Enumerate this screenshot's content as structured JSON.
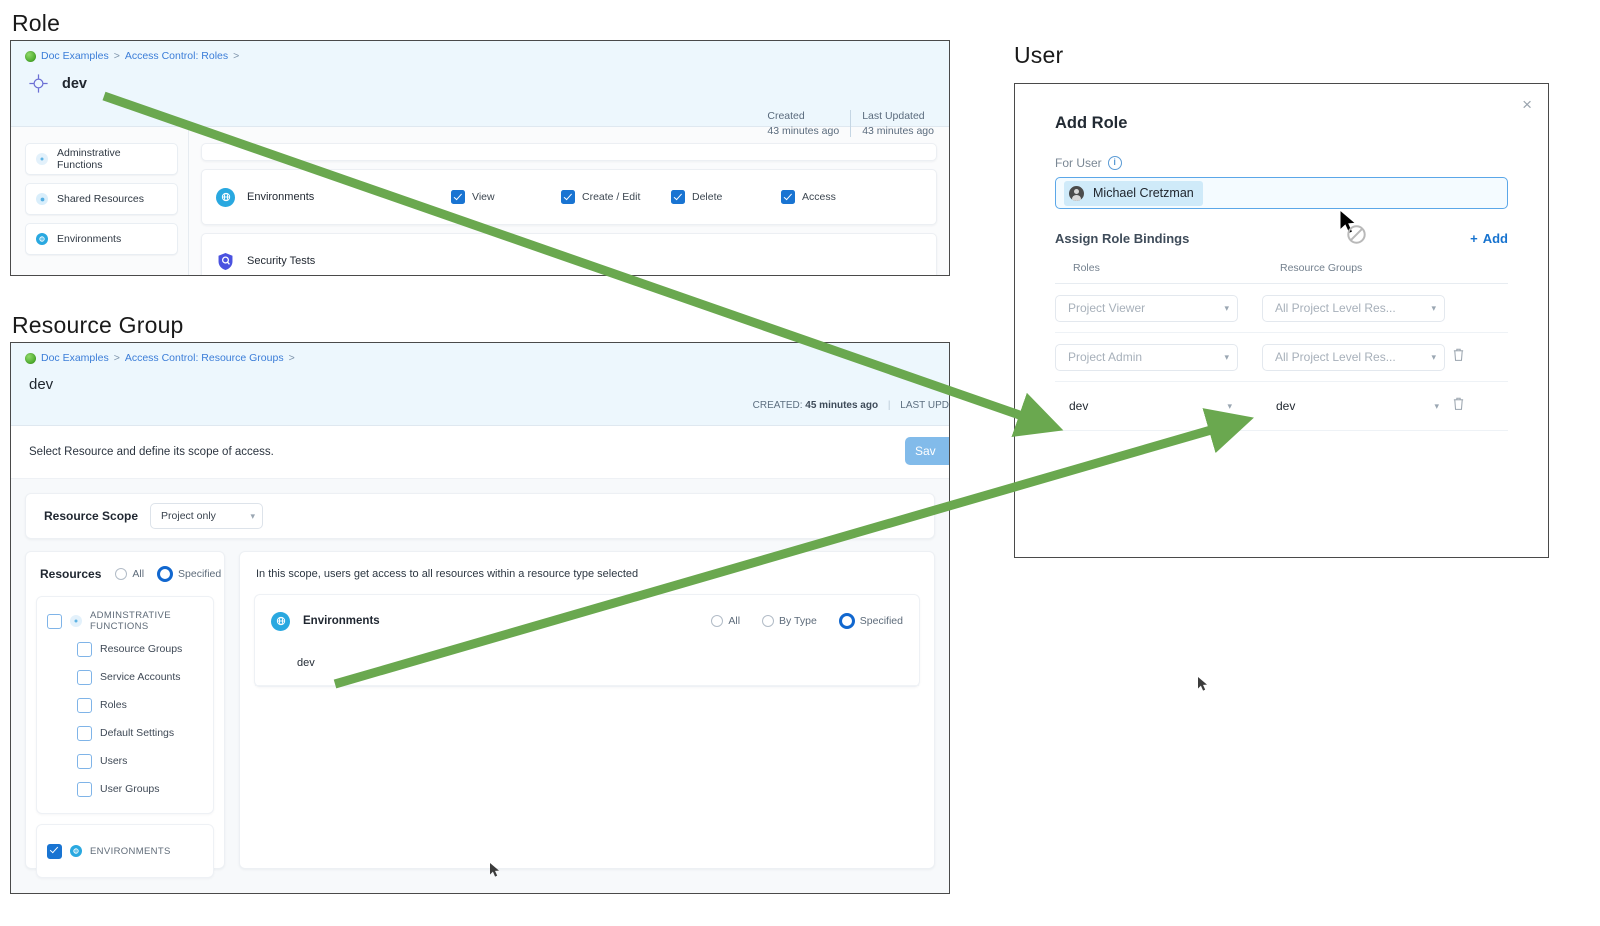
{
  "labels": {
    "role": "Role",
    "resource_group": "Resource Group",
    "user": "User"
  },
  "role_panel": {
    "breadcrumb": {
      "items": [
        "Doc Examples",
        "Access Control: Roles"
      ],
      "separator": ">",
      "trailing": ">"
    },
    "title": "dev",
    "meta": {
      "created_label": "Created",
      "created_value": "43 minutes ago",
      "updated_label": "Last Updated",
      "updated_value": "43 minutes ago"
    },
    "sidebar": [
      {
        "label": "Adminstrative Functions",
        "icon": "resource-circle-icon",
        "tone": "palest"
      },
      {
        "label": "Shared Resources",
        "icon": "resource-circle-icon",
        "tone": "pale"
      },
      {
        "label": "Environments",
        "icon": "environments-icon",
        "tone": "blue"
      }
    ],
    "permissions": [
      {
        "name": "Environments",
        "icon": "environments-icon",
        "options": [
          {
            "label": "View",
            "checked": true
          },
          {
            "label": "Create / Edit",
            "checked": true
          },
          {
            "label": "Delete",
            "checked": true
          },
          {
            "label": "Access",
            "checked": true
          }
        ]
      },
      {
        "name": "Security Tests",
        "icon": "security-shield-icon",
        "options": []
      }
    ]
  },
  "resource_group_panel": {
    "breadcrumb": {
      "items": [
        "Doc Examples",
        "Access Control: Resource Groups"
      ],
      "separator": ">",
      "trailing": ">"
    },
    "title": "dev",
    "meta": {
      "created_label": "CREATED:",
      "created_value": "45 minutes ago",
      "updated_label": "LAST UPD"
    },
    "subbar_text": "Select Resource and define its scope of access.",
    "save_label": "Sav",
    "scope": {
      "label": "Resource Scope",
      "value": "Project only"
    },
    "resources": {
      "title": "Resources",
      "options": [
        {
          "label": "All",
          "selected": false
        },
        {
          "label": "Specified",
          "selected": true
        }
      ],
      "tree": [
        {
          "label": "ADMINSTRATIVE FUNCTIONS",
          "checked": false,
          "children": [
            {
              "label": "Resource Groups",
              "checked": false
            },
            {
              "label": "Service Accounts",
              "checked": false
            },
            {
              "label": "Roles",
              "checked": false
            },
            {
              "label": "Default Settings",
              "checked": false
            },
            {
              "label": "Users",
              "checked": false
            },
            {
              "label": "User Groups",
              "checked": false
            }
          ]
        },
        {
          "label": "ENVIRONMENTS",
          "checked": true,
          "children": []
        }
      ]
    },
    "scope_detail": {
      "note": "In this scope, users get access to all resources within a resource type selected",
      "group_name": "Environments",
      "options": [
        {
          "label": "All",
          "selected": false
        },
        {
          "label": "By Type",
          "selected": false
        },
        {
          "label": "Specified",
          "selected": true
        }
      ],
      "items": [
        "dev"
      ]
    }
  },
  "user_dialog": {
    "title": "Add Role",
    "close_label": "×",
    "for_user_label": "For User",
    "selected_user": "Michael Cretzman",
    "bindings_title": "Assign Role Bindings",
    "add_label": "Add",
    "add_plus": "+",
    "columns": [
      "Roles",
      "Resource Groups"
    ],
    "rows": [
      {
        "role": "Project Viewer",
        "resource_group": "All Project Level Res...",
        "placeholder": true,
        "deletable": false
      },
      {
        "role": "Project Admin",
        "resource_group": "All Project Level Res...",
        "placeholder": true,
        "deletable": true
      },
      {
        "role": "dev",
        "resource_group": "dev",
        "placeholder": false,
        "deletable": true
      }
    ]
  },
  "colors": {
    "arrow_green": "#6aa84f",
    "header_blue": "#edf7fd",
    "accent_blue": "#1974d2",
    "link_blue": "#3b7dd8",
    "save_blue": "#82bbea"
  }
}
